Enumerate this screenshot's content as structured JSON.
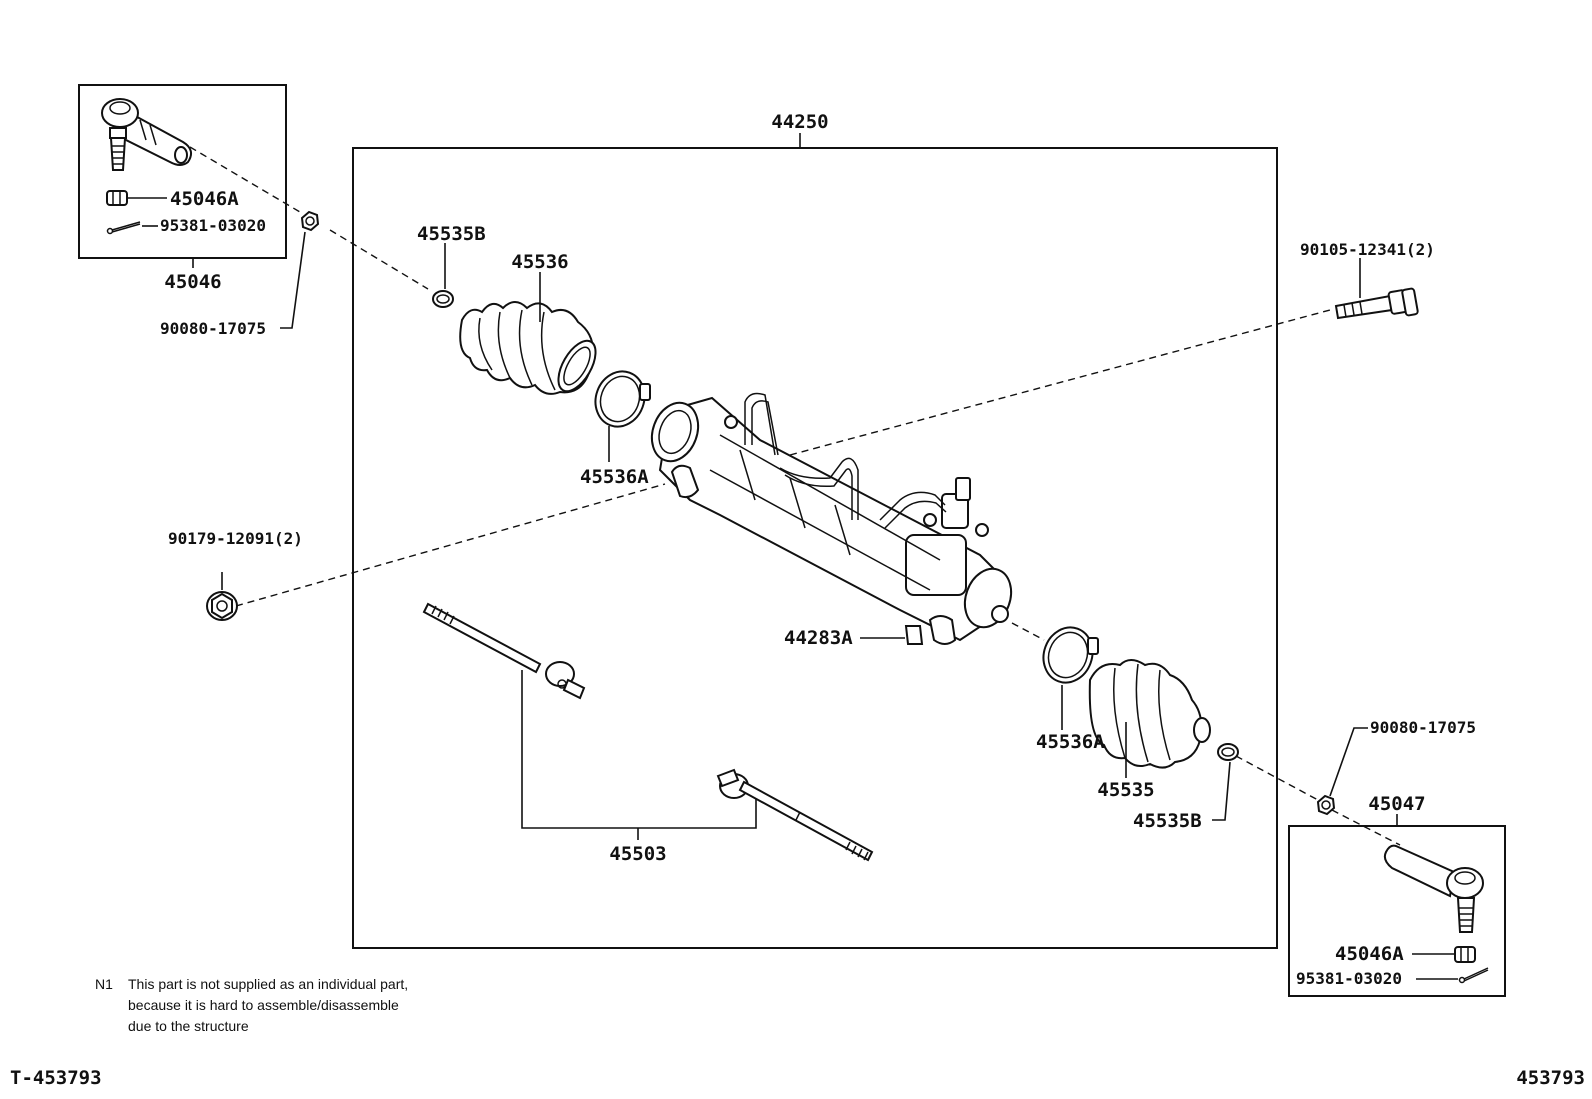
{
  "labels": {
    "assembly": "44250",
    "tie_end_left_box": "45046",
    "tie_end_right_box": "45047",
    "nut_left": "45046A",
    "pin_left": "95381-03020",
    "nut_right": "45046A",
    "pin_right": "95381-03020",
    "nut_90080_left": "90080-17075",
    "nut_90080_right": "90080-17075",
    "clamp_left": "45535B",
    "clamp_right": "45535B",
    "boot_left": "45536",
    "boot_right": "45535",
    "clip_left": "45536A",
    "clip_right": "45536A",
    "bolt": "90105-12341(2)",
    "nut_bracket": "90179-12091(2)",
    "cap": "44283A",
    "rod": "45503"
  },
  "note": {
    "marker": "N1",
    "lines": [
      "This part is not supplied as an individual part,",
      "because it is hard to assemble/disassemble",
      "due to the structure"
    ]
  },
  "footer": {
    "left_code": "T-453793",
    "right_code": "453793"
  }
}
